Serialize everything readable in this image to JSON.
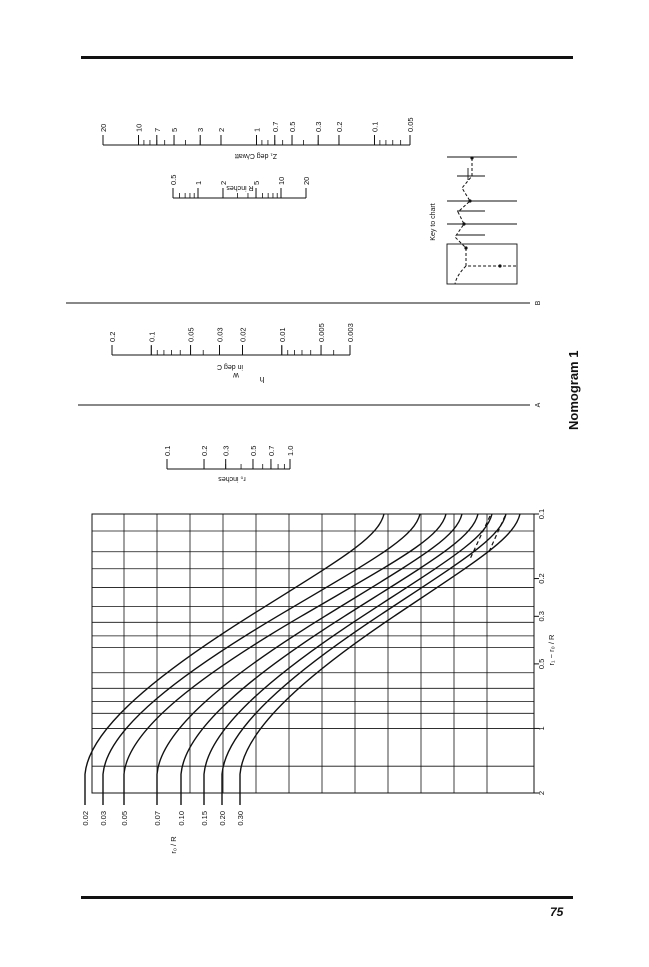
{
  "page": {
    "title": "Nomogram 1",
    "page_number": "75"
  },
  "scales": {
    "z1": {
      "label": "Z₁ deg C/watt",
      "ticks": [
        "20",
        "10",
        "7",
        "5",
        "3",
        "2",
        "1",
        "0.7",
        "0.5",
        "0.3",
        "0.2",
        "0.1",
        "0.05"
      ]
    },
    "r": {
      "label": "R inches",
      "ticks": [
        "0.5",
        "1",
        "2",
        "5",
        "10",
        "20"
      ]
    },
    "hw": {
      "label_top": "h",
      "label_bottom": "w",
      "label_unit": "in deg C",
      "ticks": [
        "0.2",
        "0.1",
        "0.05",
        "0.03",
        "0.02",
        "0.01",
        "0.005",
        "0.003"
      ]
    },
    "r0": {
      "label": "r₀ inches",
      "ticks": [
        "0.1",
        "0.2",
        "0.3",
        "0.5",
        "0.7",
        "1.0"
      ]
    }
  },
  "lines": {
    "a_label": "A",
    "b_label": "B"
  },
  "key": {
    "label": "Key to chart"
  },
  "chart_data": {
    "type": "line",
    "xlabel": "r₁ − r₀ / R",
    "curve_label": "r₀ / R",
    "x_ticks": [
      "0.1",
      "0.2",
      "0.3",
      "0.5",
      "1",
      "2"
    ],
    "xlim": [
      0.1,
      2
    ],
    "x_scale": "log",
    "grid": true,
    "series": [
      {
        "name": "0.02",
        "param": 0.02
      },
      {
        "name": "0.03",
        "param": 0.03
      },
      {
        "name": "0.05",
        "param": 0.05
      },
      {
        "name": "0.07",
        "param": 0.07
      },
      {
        "name": "0.10",
        "param": 0.1
      },
      {
        "name": "0.15",
        "param": 0.15
      },
      {
        "name": "0.20",
        "param": 0.2
      },
      {
        "name": "0.30",
        "param": 0.3
      }
    ]
  }
}
